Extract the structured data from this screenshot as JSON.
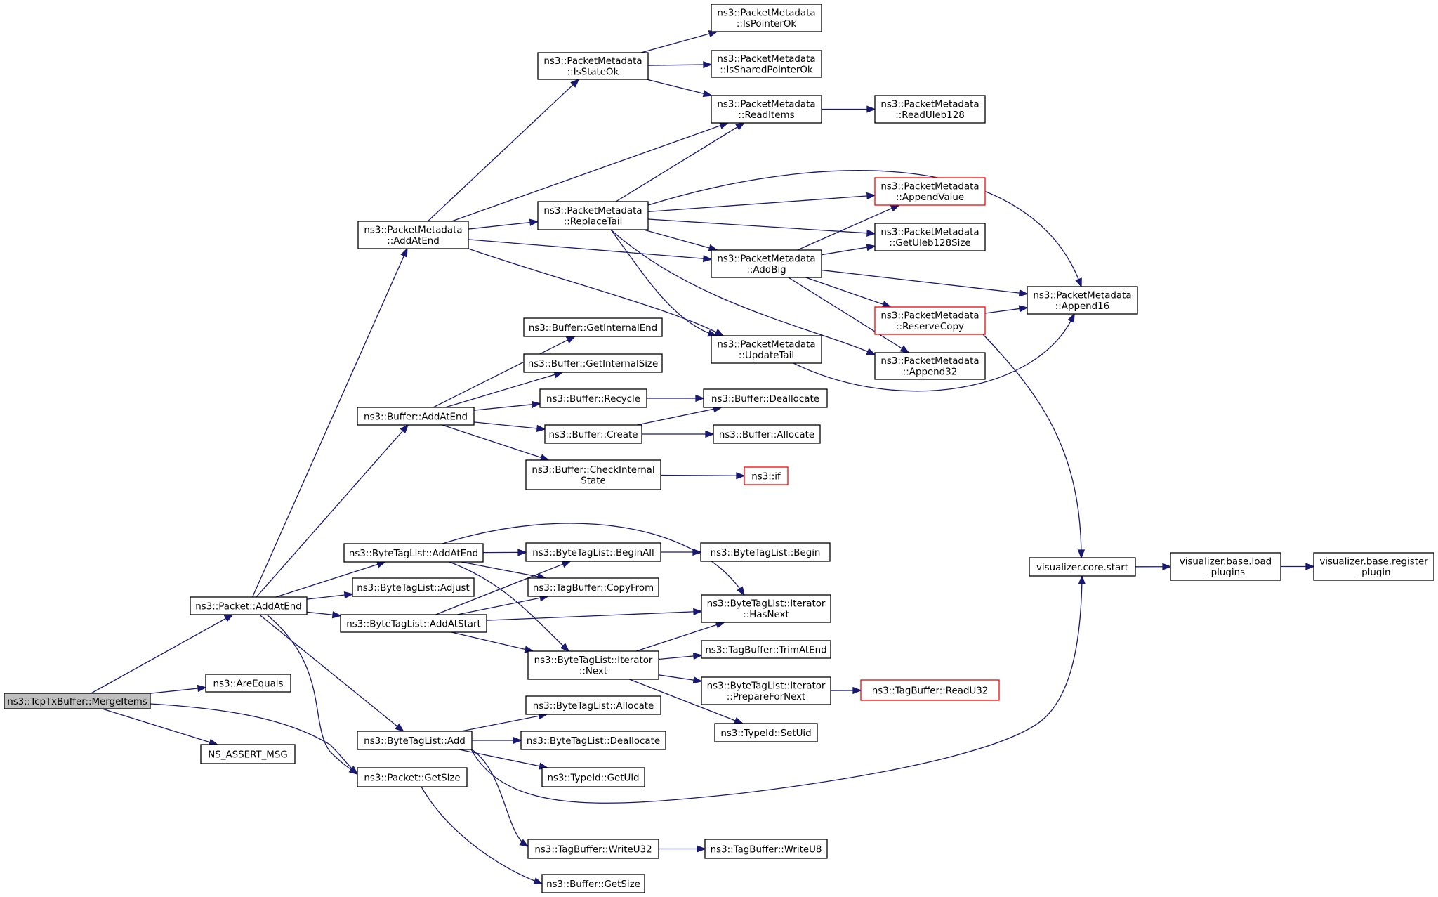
{
  "diagram": {
    "nodes": [
      {
        "id": "mergeitems",
        "lines": [
          "ns3::TcpTxBuffer::MergeItems"
        ]
      },
      {
        "id": "packet_addatend",
        "lines": [
          "ns3::Packet::AddAtEnd"
        ]
      },
      {
        "id": "areequals",
        "lines": [
          "ns3::AreEquals"
        ]
      },
      {
        "id": "ns_assert_msg",
        "lines": [
          "NS_ASSERT_MSG"
        ]
      },
      {
        "id": "packet_getsize",
        "lines": [
          "ns3::Packet::GetSize"
        ]
      },
      {
        "id": "pm_addatend",
        "lines": [
          "ns3::PacketMetadata",
          "::AddAtEnd"
        ]
      },
      {
        "id": "buffer_addatend",
        "lines": [
          "ns3::Buffer::AddAtEnd"
        ]
      },
      {
        "id": "btl_addatend",
        "lines": [
          "ns3::ByteTagList::AddAtEnd"
        ]
      },
      {
        "id": "btl_adjust",
        "lines": [
          "ns3::ByteTagList::Adjust"
        ]
      },
      {
        "id": "btl_addatstart",
        "lines": [
          "ns3::ByteTagList::AddAtStart"
        ]
      },
      {
        "id": "btl_add",
        "lines": [
          "ns3::ByteTagList::Add"
        ]
      },
      {
        "id": "pm_isstateok",
        "lines": [
          "ns3::PacketMetadata",
          "::IsStateOk"
        ]
      },
      {
        "id": "pm_replacetail",
        "lines": [
          "ns3::PacketMetadata",
          "::ReplaceTail"
        ]
      },
      {
        "id": "buffer_getinternalend",
        "lines": [
          "ns3::Buffer::GetInternalEnd"
        ]
      },
      {
        "id": "buffer_getinternalsize",
        "lines": [
          "ns3::Buffer::GetInternalSize"
        ]
      },
      {
        "id": "buffer_recycle",
        "lines": [
          "ns3::Buffer::Recycle"
        ]
      },
      {
        "id": "buffer_create",
        "lines": [
          "ns3::Buffer::Create"
        ]
      },
      {
        "id": "buffer_checkinternalstate",
        "lines": [
          "ns3::Buffer::CheckInternal",
          "State"
        ]
      },
      {
        "id": "btl_beginall",
        "lines": [
          "ns3::ByteTagList::BeginAll"
        ]
      },
      {
        "id": "tb_copyfrom",
        "lines": [
          "ns3::TagBuffer::CopyFrom"
        ]
      },
      {
        "id": "btl_iter_next",
        "lines": [
          "ns3::ByteTagList::Iterator",
          "::Next"
        ]
      },
      {
        "id": "btl_allocate",
        "lines": [
          "ns3::ByteTagList::Allocate"
        ]
      },
      {
        "id": "btl_deallocate",
        "lines": [
          "ns3::ByteTagList::Deallocate"
        ]
      },
      {
        "id": "typeid_getuid",
        "lines": [
          "ns3::TypeId::GetUid"
        ]
      },
      {
        "id": "tb_writeu32",
        "lines": [
          "ns3::TagBuffer::WriteU32"
        ]
      },
      {
        "id": "buffer_getsize",
        "lines": [
          "ns3::Buffer::GetSize"
        ]
      },
      {
        "id": "pm_ispointerok",
        "lines": [
          "ns3::PacketMetadata",
          "::IsPointerOk"
        ]
      },
      {
        "id": "pm_issharedpointerok",
        "lines": [
          "ns3::PacketMetadata",
          "::IsSharedPointerOk"
        ]
      },
      {
        "id": "pm_readitems",
        "lines": [
          "ns3::PacketMetadata",
          "::ReadItems"
        ]
      },
      {
        "id": "pm_addbig",
        "lines": [
          "ns3::PacketMetadata",
          "::AddBig"
        ]
      },
      {
        "id": "pm_updatetail",
        "lines": [
          "ns3::PacketMetadata",
          "::UpdateTail"
        ]
      },
      {
        "id": "buffer_deallocate",
        "lines": [
          "ns3::Buffer::Deallocate"
        ]
      },
      {
        "id": "buffer_allocate",
        "lines": [
          "ns3::Buffer::Allocate"
        ]
      },
      {
        "id": "ns3_if",
        "lines": [
          "ns3::if"
        ]
      },
      {
        "id": "btl_begin",
        "lines": [
          "ns3::ByteTagList::Begin"
        ]
      },
      {
        "id": "btl_iter_hasnext",
        "lines": [
          "ns3::ByteTagList::Iterator",
          "::HasNext"
        ]
      },
      {
        "id": "tb_trimatend",
        "lines": [
          "ns3::TagBuffer::TrimAtEnd"
        ]
      },
      {
        "id": "btl_iter_prepare",
        "lines": [
          "ns3::ByteTagList::Iterator",
          "::PrepareForNext"
        ]
      },
      {
        "id": "typeid_setuid",
        "lines": [
          "ns3::TypeId::SetUid"
        ]
      },
      {
        "id": "tb_writeu8",
        "lines": [
          "ns3::TagBuffer::WriteU8"
        ]
      },
      {
        "id": "pm_readuleb128",
        "lines": [
          "ns3::PacketMetadata",
          "::ReadUleb128"
        ]
      },
      {
        "id": "pm_appendvalue",
        "lines": [
          "ns3::PacketMetadata",
          "::AppendValue"
        ]
      },
      {
        "id": "pm_getuleb128size",
        "lines": [
          "ns3::PacketMetadata",
          "::GetUleb128Size"
        ]
      },
      {
        "id": "pm_reservecopy",
        "lines": [
          "ns3::PacketMetadata",
          "::ReserveCopy"
        ]
      },
      {
        "id": "pm_append32",
        "lines": [
          "ns3::PacketMetadata",
          "::Append32"
        ]
      },
      {
        "id": "tb_readu32",
        "lines": [
          "ns3::TagBuffer::ReadU32"
        ]
      },
      {
        "id": "pm_append16",
        "lines": [
          "ns3::PacketMetadata",
          "::Append16"
        ]
      },
      {
        "id": "vis_core_start",
        "lines": [
          "visualizer.core.start"
        ]
      },
      {
        "id": "vis_load_plugins",
        "lines": [
          "visualizer.base.load",
          "_plugins"
        ]
      },
      {
        "id": "vis_register_plugin",
        "lines": [
          "visualizer.base.register",
          "_plugin"
        ]
      }
    ],
    "edges": [
      [
        "mergeitems",
        "packet_addatend"
      ],
      [
        "mergeitems",
        "areequals"
      ],
      [
        "mergeitems",
        "ns_assert_msg"
      ],
      [
        "mergeitems",
        "packet_getsize"
      ],
      [
        "packet_addatend",
        "pm_addatend"
      ],
      [
        "packet_addatend",
        "buffer_addatend"
      ],
      [
        "packet_addatend",
        "btl_addatend"
      ],
      [
        "packet_addatend",
        "btl_adjust"
      ],
      [
        "packet_addatend",
        "btl_addatstart"
      ],
      [
        "packet_addatend",
        "btl_add"
      ],
      [
        "packet_addatend",
        "packet_getsize"
      ],
      [
        "pm_addatend",
        "pm_isstateok"
      ],
      [
        "pm_addatend",
        "pm_readitems"
      ],
      [
        "pm_addatend",
        "pm_replacetail"
      ],
      [
        "pm_addatend",
        "pm_addbig"
      ],
      [
        "pm_addatend",
        "pm_updatetail"
      ],
      [
        "pm_isstateok",
        "pm_ispointerok"
      ],
      [
        "pm_isstateok",
        "pm_issharedpointerok"
      ],
      [
        "pm_isstateok",
        "pm_readitems"
      ],
      [
        "pm_readitems",
        "pm_readuleb128"
      ],
      [
        "pm_replacetail",
        "pm_readitems"
      ],
      [
        "pm_replacetail",
        "pm_append16"
      ],
      [
        "pm_replacetail",
        "pm_appendvalue"
      ],
      [
        "pm_replacetail",
        "pm_getuleb128size"
      ],
      [
        "pm_replacetail",
        "pm_addbig"
      ],
      [
        "pm_replacetail",
        "pm_append32"
      ],
      [
        "pm_replacetail",
        "pm_updatetail"
      ],
      [
        "pm_addbig",
        "pm_appendvalue"
      ],
      [
        "pm_addbig",
        "pm_getuleb128size"
      ],
      [
        "pm_addbig",
        "pm_append16"
      ],
      [
        "pm_addbig",
        "pm_reservecopy"
      ],
      [
        "pm_addbig",
        "pm_append32"
      ],
      [
        "pm_reservecopy",
        "pm_append16"
      ],
      [
        "pm_reservecopy",
        "vis_core_start"
      ],
      [
        "pm_updatetail",
        "pm_append16"
      ],
      [
        "buffer_addatend",
        "buffer_getinternalend"
      ],
      [
        "buffer_addatend",
        "buffer_getinternalsize"
      ],
      [
        "buffer_addatend",
        "buffer_recycle"
      ],
      [
        "buffer_addatend",
        "buffer_create"
      ],
      [
        "buffer_addatend",
        "buffer_checkinternalstate"
      ],
      [
        "buffer_recycle",
        "buffer_deallocate"
      ],
      [
        "buffer_create",
        "buffer_deallocate"
      ],
      [
        "buffer_create",
        "buffer_allocate"
      ],
      [
        "buffer_checkinternalstate",
        "ns3_if"
      ],
      [
        "btl_addatend",
        "btl_beginall"
      ],
      [
        "btl_addatend",
        "tb_copyfrom"
      ],
      [
        "btl_addatend",
        "btl_iter_hasnext"
      ],
      [
        "btl_addatend",
        "btl_iter_next"
      ],
      [
        "btl_beginall",
        "btl_begin"
      ],
      [
        "btl_addatstart",
        "btl_beginall"
      ],
      [
        "btl_addatstart",
        "tb_copyfrom"
      ],
      [
        "btl_addatstart",
        "btl_iter_hasnext"
      ],
      [
        "btl_addatstart",
        "btl_iter_next"
      ],
      [
        "btl_iter_next",
        "btl_iter_hasnext"
      ],
      [
        "btl_iter_next",
        "tb_trimatend"
      ],
      [
        "btl_iter_next",
        "btl_iter_prepare"
      ],
      [
        "btl_iter_next",
        "typeid_setuid"
      ],
      [
        "btl_iter_prepare",
        "tb_readu32"
      ],
      [
        "btl_add",
        "btl_allocate"
      ],
      [
        "btl_add",
        "btl_deallocate"
      ],
      [
        "btl_add",
        "typeid_getuid"
      ],
      [
        "btl_add",
        "tb_writeu32"
      ],
      [
        "btl_add",
        "vis_core_start"
      ],
      [
        "tb_writeu32",
        "tb_writeu8"
      ],
      [
        "packet_getsize",
        "buffer_getsize"
      ],
      [
        "vis_core_start",
        "vis_load_plugins"
      ],
      [
        "vis_load_plugins",
        "vis_register_plugin"
      ]
    ]
  }
}
